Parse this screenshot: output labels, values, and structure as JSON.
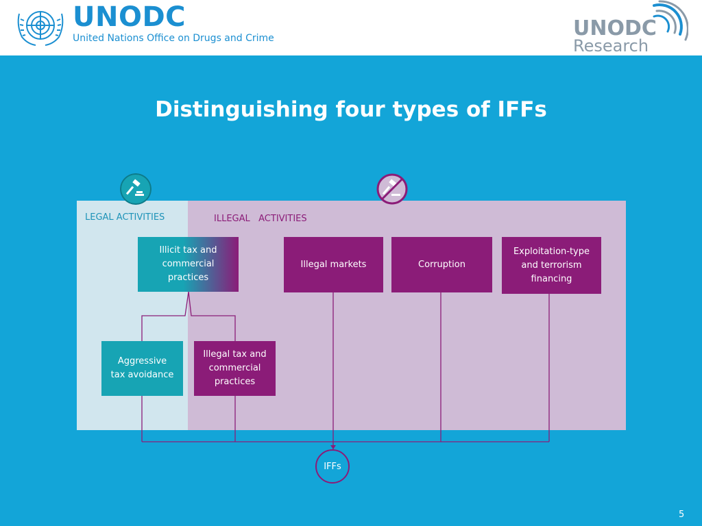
{
  "header": {
    "org_acronym": "UNODC",
    "org_name": "United Nations Office on Drugs and Crime",
    "research_logo_line1": "UNODC",
    "research_logo_line2": "Research"
  },
  "title": "Distinguishing four types of IFFs",
  "sections": {
    "legal_label": "LEGAL ACTIVITIES",
    "illegal_label": "ILLEGAL   ACTIVITIES"
  },
  "icons": {
    "legal": "gavel-icon",
    "illegal": "prohibited-gavel-icon"
  },
  "boxes": {
    "illicit_tax": "Illicit tax and\ncommercial\npractices",
    "illegal_markets": "Illegal markets",
    "corruption": "Corruption",
    "exploitation": "Exploitation-type\nand terrorism\nfinancing",
    "aggressive": "Aggressive\ntax avoidance",
    "illegal_tax": "Illegal tax and\ncommercial\npractices"
  },
  "iffs_label": "IFFs",
  "page_number": "5",
  "colors": {
    "background": "#13a5d8",
    "purple": "#8b1c78",
    "teal": "#17a4b4",
    "legal_panel": "#d1e6ee",
    "illegal_panel": "#cfbbd6",
    "brand_blue": "#1b8fd1"
  }
}
